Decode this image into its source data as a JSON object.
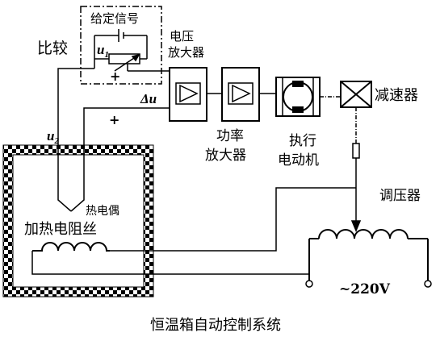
{
  "labels": {
    "reference_signal": "给定信号",
    "compare": "比较",
    "voltage_amp": [
      "电压",
      "放大器"
    ],
    "u1": "u",
    "u1_sub": "1",
    "delta_u": "Δu",
    "power_amp": [
      "功率",
      "放大器"
    ],
    "actuator_motor": [
      "执行",
      "电动机"
    ],
    "reducer": "减速器",
    "u2": "u",
    "u2_sub": "2",
    "thermocouple": "热电偶",
    "heating_wire": "加热电阻丝",
    "regulator": "调压器",
    "voltage": "~220V",
    "caption": "恒温箱自动控制系统",
    "plus1": "+",
    "plus2": "+"
  }
}
